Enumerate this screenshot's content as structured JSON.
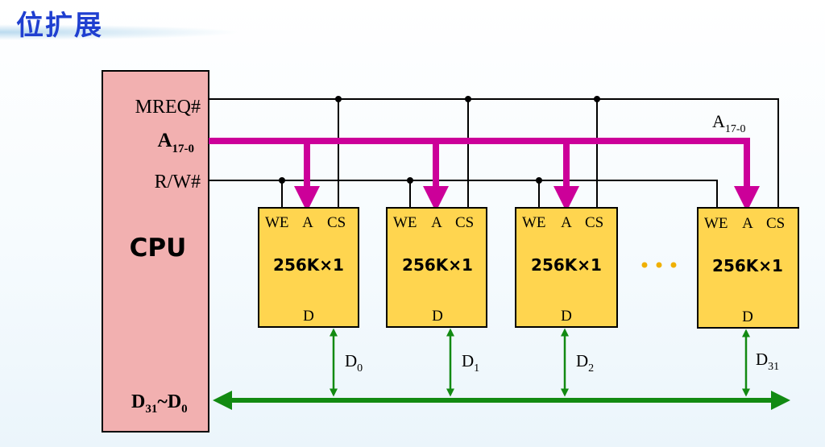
{
  "title": "位扩展",
  "cpu": {
    "label": "CPU",
    "signals": {
      "mreq": "MREQ#",
      "addr": "A",
      "addr_sub": "17-0",
      "rw": "R/W#",
      "data": "D",
      "data_sub1": "31",
      "data_mid": "~D",
      "data_sub2": "0"
    }
  },
  "address_bus": {
    "label": "A",
    "sub": "17-0"
  },
  "chips": [
    {
      "we": "WE",
      "a": "A",
      "cs": "CS",
      "name": "256K×1",
      "d": "D",
      "line": "D",
      "line_sub": "0"
    },
    {
      "we": "WE",
      "a": "A",
      "cs": "CS",
      "name": "256K×1",
      "d": "D",
      "line": "D",
      "line_sub": "1"
    },
    {
      "we": "WE",
      "a": "A",
      "cs": "CS",
      "name": "256K×1",
      "d": "D",
      "line": "D",
      "line_sub": "2"
    },
    {
      "we": "WE",
      "a": "A",
      "cs": "CS",
      "name": "256K×1",
      "d": "D",
      "line": "D",
      "line_sub": "31"
    }
  ],
  "colors": {
    "cpu_fill": "#f2b0b0",
    "chip_fill": "#ffd54f",
    "addr_bus": "#cc0099",
    "data_bus": "#128a12",
    "dots": "#f0b000",
    "title": "#1f3fd0"
  }
}
